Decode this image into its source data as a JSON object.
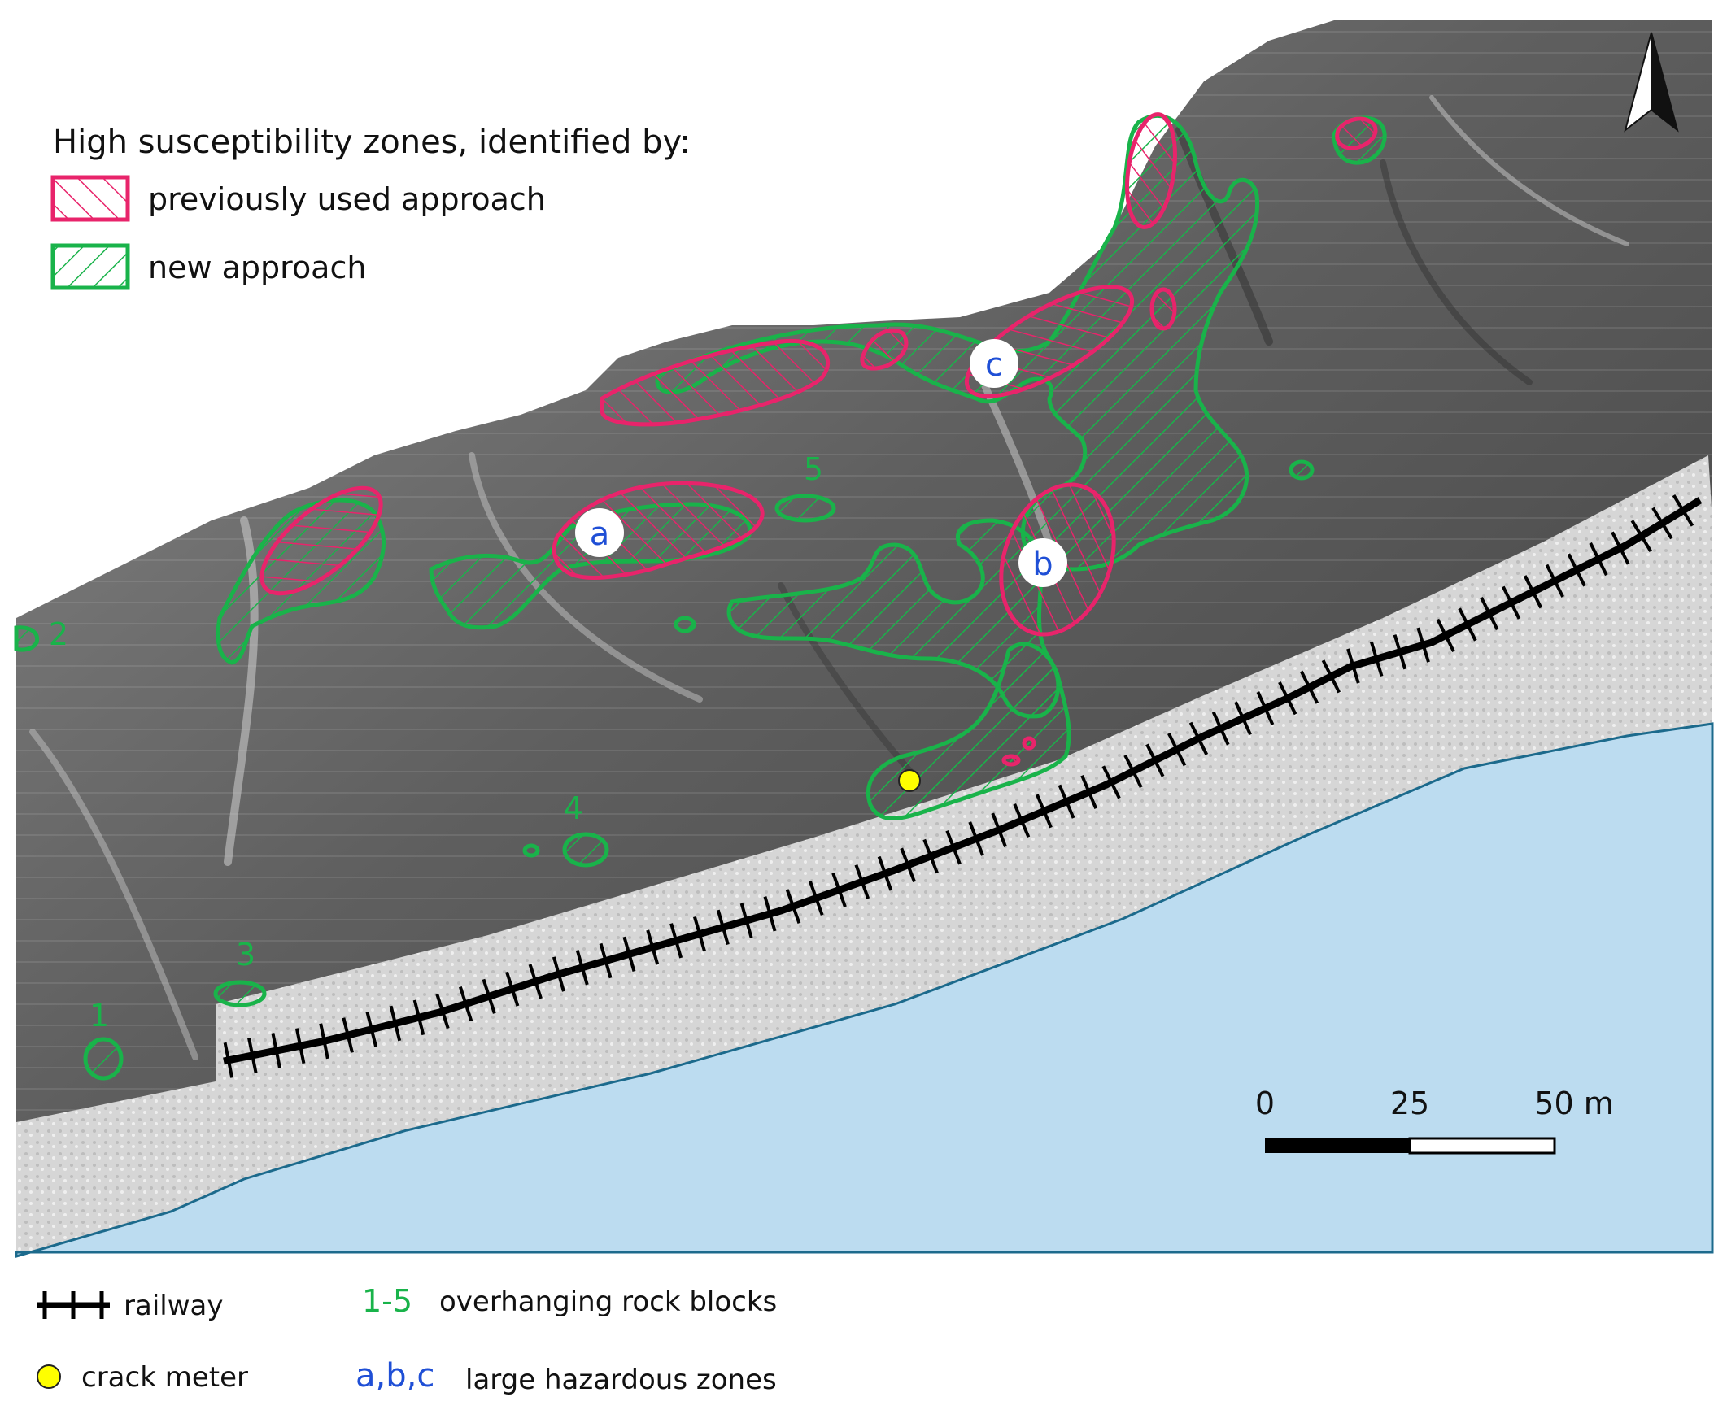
{
  "north_arrow": {
    "icon": "north-arrow-icon"
  },
  "top_legend": {
    "title": "High susceptibility zones, identified by:",
    "items": [
      {
        "label": "previously used approach",
        "color": "#e8246b",
        "icon": "hatched-pink-swatch-icon"
      },
      {
        "label": "new approach",
        "color": "#19b34a",
        "icon": "hatched-green-swatch-icon"
      }
    ]
  },
  "zones": {
    "large_hazardous": [
      "a",
      "b",
      "c"
    ],
    "overhanging_blocks": [
      "1",
      "2",
      "3",
      "4",
      "5"
    ]
  },
  "scale_bar": {
    "labels": [
      "0",
      "25",
      "50 m"
    ]
  },
  "bottom_legend": {
    "railway": {
      "label": "railway",
      "icon": "railway-line-icon"
    },
    "crack_meter": {
      "label": "crack meter",
      "icon": "yellow-dot-icon",
      "color": "#ffff00"
    },
    "overhanging": {
      "key": "1-5",
      "label": "overhanging rock blocks",
      "color": "#19b34a"
    },
    "hazardous": {
      "key": "a,b,c",
      "label": "large hazardous zones",
      "color": "#1f4fd6"
    }
  },
  "colors": {
    "sea": "#bcdcf0",
    "terrain": "#6e6e6e",
    "road": "#dcdcdc"
  }
}
